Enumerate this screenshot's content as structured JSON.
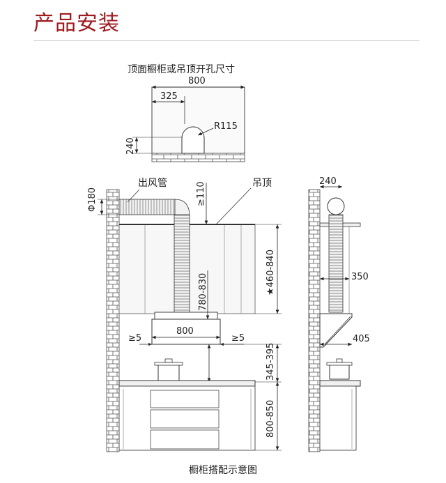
{
  "header": {
    "title": "产品安装",
    "accent_color": "#9e1b20"
  },
  "top_view": {
    "title": "顶面橱柜或吊顶开孔尺寸",
    "width_dim": "800",
    "offset_dim": "325",
    "radius_dim": "R115",
    "height_dim": "240"
  },
  "front_view": {
    "duct_label": "出风管",
    "ceiling_label": "吊顶",
    "duct_diameter": "Φ180",
    "min_gap": "≥110",
    "cabinet_height": "★460-840",
    "hood_height": "780-830",
    "hood_width": "800",
    "side_gap_left": "≥5",
    "side_gap_right": "≥5",
    "hood_to_stove": "345-395",
    "counter_height": "800-850"
  },
  "side_view": {
    "top_dim": "240",
    "depth_dim": "350",
    "hood_depth": "405"
  },
  "caption": "橱柜搭配示意图"
}
